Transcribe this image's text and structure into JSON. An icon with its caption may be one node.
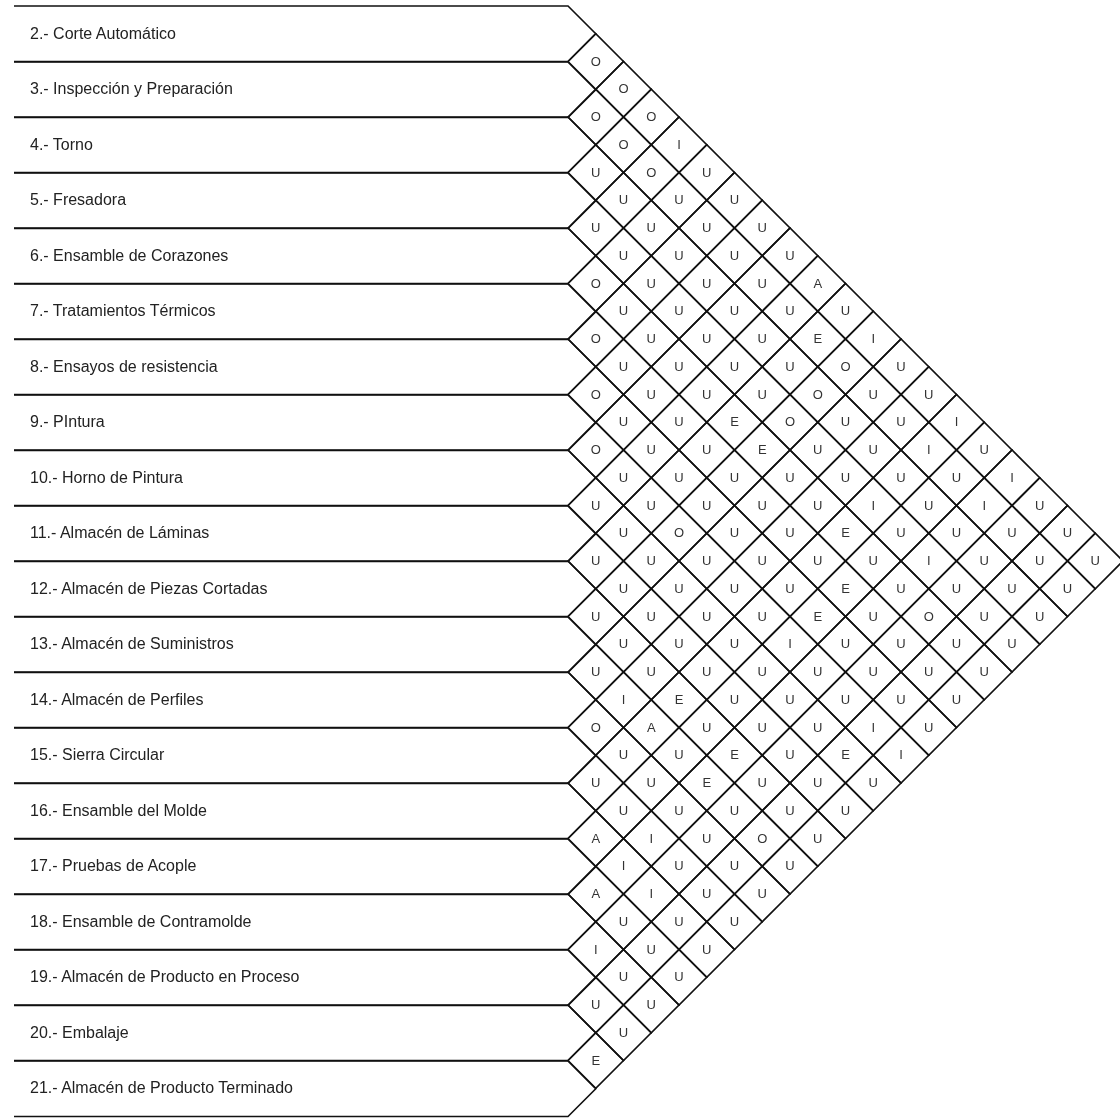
{
  "diagram": {
    "nodes": [
      {
        "text": [
          "2.- Corte Automático"
        ]
      },
      {
        "text": [
          "3.- Inspección y Preparación"
        ]
      },
      {
        "text": [
          "4.- Torno"
        ]
      },
      {
        "text": [
          "5.- Fresadora"
        ]
      },
      {
        "text": [
          "6.- Ensamble de Corazones"
        ]
      },
      {
        "text": [
          "7.- Tratamientos Térmicos"
        ]
      },
      {
        "text": [
          "8.- Ensayos de resistencia"
        ]
      },
      {
        "text": [
          "9.- PIntura"
        ]
      },
      {
        "text": [
          "10.- Horno de Pintura"
        ]
      },
      {
        "text": [
          "11.- Almacén de Láminas"
        ]
      },
      {
        "text": [
          "12.- Almacén de Piezas Cortadas"
        ]
      },
      {
        "text": [
          "13.- Almacén de Suministros"
        ]
      },
      {
        "text": [
          "14.- Almacén de Perfiles"
        ]
      },
      {
        "text": [
          "15.- Sierra Circular"
        ]
      },
      {
        "text": [
          "16.- Ensamble del Molde"
        ]
      },
      {
        "text": [
          "17.- Pruebas de Acople"
        ]
      },
      {
        "text": [
          "18.- Ensamble de Contramolde"
        ]
      },
      {
        "text": [
          "19.- Almacén de Producto en Proceso"
        ]
      },
      {
        "text": [
          "20.- Embalaje"
        ]
      },
      {
        "text": [
          "21.- Almacén de Producto Terminado"
        ]
      }
    ],
    "labels": [
      "O",
      "O",
      "O",
      "O",
      "O",
      "I",
      "U",
      "O",
      "U",
      "U",
      "U",
      "U",
      "U",
      "U",
      "U",
      "U",
      "U",
      "U",
      "U",
      "U",
      "O",
      "U",
      "U",
      "U",
      "A",
      "U",
      "U",
      "U",
      "U",
      "U",
      "O",
      "U",
      "U",
      "U",
      "E",
      "I",
      "U",
      "U",
      "U",
      "U",
      "O",
      "U",
      "O",
      "U",
      "U",
      "U",
      "O",
      "U",
      "U",
      "U",
      "U",
      "E",
      "O",
      "U",
      "U",
      "I",
      "O",
      "U",
      "U",
      "E",
      "U",
      "U",
      "I",
      "U",
      "U",
      "U",
      "U",
      "U",
      "U",
      "U",
      "U",
      "I",
      "U",
      "U",
      "U",
      "U",
      "U",
      "I",
      "U",
      "I",
      "U",
      "U",
      "O",
      "U",
      "U",
      "E",
      "U",
      "U",
      "U",
      "U",
      "U",
      "U",
      "U",
      "U",
      "U",
      "U",
      "I",
      "U",
      "U",
      "U",
      "U",
      "U",
      "U",
      "U",
      "E",
      "U",
      "U",
      "U",
      "U",
      "U",
      "U",
      "U",
      "U",
      "E",
      "U",
      "O",
      "U",
      "U",
      "U",
      "U",
      "U",
      "I",
      "U",
      "U",
      "U",
      "U",
      "U",
      "U",
      "U",
      "U",
      "U",
      "U",
      "U",
      "U",
      "I",
      "E",
      "U",
      "U",
      "U",
      "U",
      "U",
      "O",
      "A",
      "U",
      "U",
      "U",
      "I",
      "U",
      "U",
      "U",
      "E",
      "U",
      "E",
      "I",
      "U",
      "U",
      "E",
      "U",
      "U",
      "U",
      "U",
      "U",
      "U",
      "U",
      "U",
      "A",
      "I",
      "U",
      "O",
      "U",
      "I",
      "U",
      "U",
      "U",
      "A",
      "I",
      "U",
      "U",
      "U",
      "U",
      "U",
      "I",
      "U",
      "U",
      "U",
      "U",
      "U",
      "U",
      "U",
      "E"
    ]
  }
}
